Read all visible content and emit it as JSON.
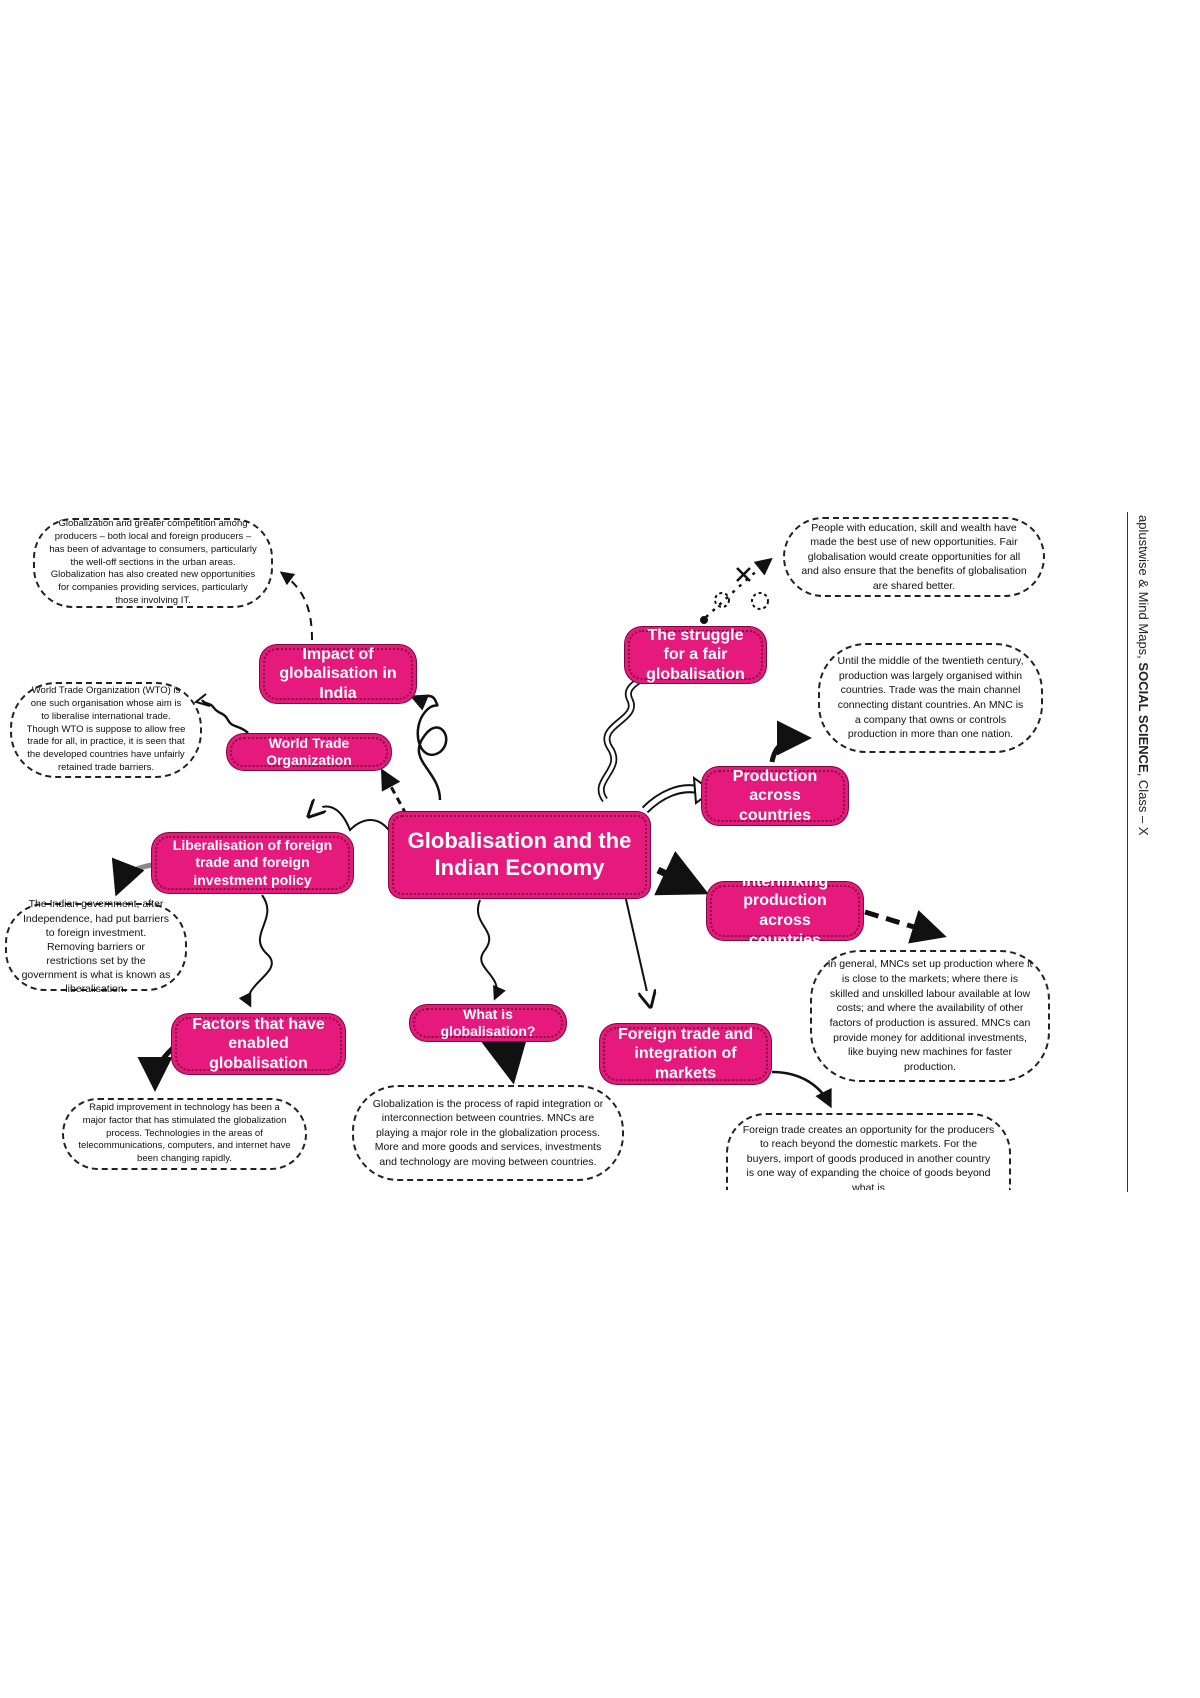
{
  "title": "Globalisation and the Indian Economy",
  "side_caption": {
    "prefix": "aplustwise & Mind Maps, ",
    "subject": "SOCIAL SCIENCE",
    "suffix": ", Class – X"
  },
  "nodes": {
    "impact": "Impact of globalisation in India",
    "wto": "World Trade Organization",
    "liberalisation": "Liberalisation of foreign trade and foreign investment policy",
    "factors": "Factors that have enabled globalisation",
    "what_is": "What is globalisation?",
    "foreign_trade": "Foreign trade and integration of markets",
    "interlinking": "Interlinking production across countries",
    "production": "Production across countries",
    "struggle": "The struggle for a fair globalisation"
  },
  "notes": {
    "impact": "Globalization and greater competition among producers – both local and foreign producers – has been of advantage to consumers, particularly the well-off sections in the urban areas. Globalization has also created new opportunities for companies providing services, particularly those involving IT.",
    "wto": "World Trade Organization (WTO) is one such organisation whose aim is to liberalise international trade. Though WTO is suppose to allow free trade for all, in practice, it is seen that the developed countries have unfairly retained trade barriers.",
    "liberalisation": "The Indian government, after Independence, had put barriers to foreign investment. Removing barriers or restrictions set by the government is what is known as liberalisation.",
    "factors": "Rapid improvement in technology has been a major factor that has stimulated the globalization process. Technologies in the areas of telecommunications, computers, and internet have been changing rapidly.",
    "what_is": "Globalization is the process of rapid integration or interconnection between countries. MNCs are playing a major role in the globalization process. More and more goods and services, investments and technology are moving between countries.",
    "foreign_trade": "Foreign trade creates an opportunity for the producers to reach beyond the domestic markets. For the buyers, import of goods produced in another country is one way of expanding the choice of goods beyond what is",
    "interlinking": "In general, MNCs set up production where it is close to the markets; where there is skilled and unskilled labour available at low costs; and where the availability of other factors of production is assured. MNCs can provide money for additional investments, like buying new machines for faster production.",
    "production": "Until the middle of the twentieth century, production was largely organised within countries. Trade was the main channel connecting distant countries. An MNC is a company that owns or controls production in more than one nation.",
    "struggle": "People with education, skill and wealth have made the best use of new opportunities. Fair globalisation would create opportunities for all and also ensure that the benefits of globalisation are shared better."
  },
  "colors": {
    "node_fill": "#e6197d",
    "node_border": "#7a0a3c",
    "node_text": "#ffffff",
    "bubble_border": "#222222",
    "ink": "#111111"
  }
}
